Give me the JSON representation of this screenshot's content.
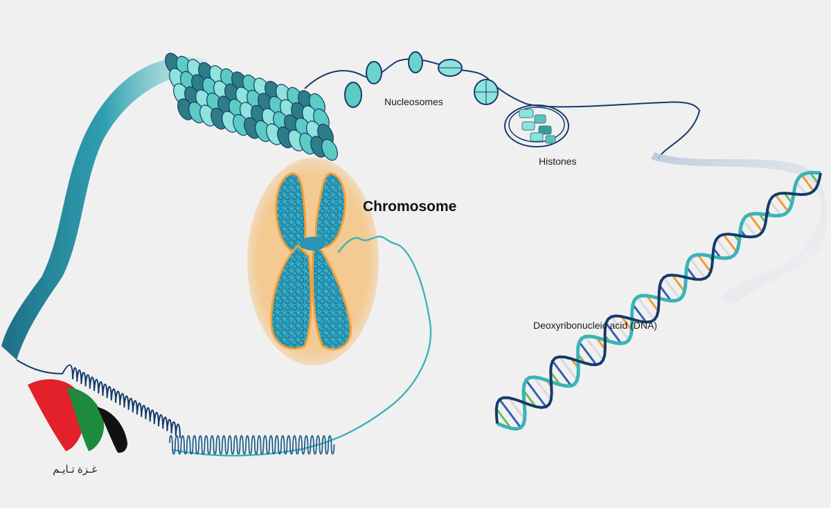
{
  "labels": {
    "nucleosomes": "Nucleosomes",
    "histones": "Histones",
    "chromosome": "Chromosome",
    "dna": "Deoxyribonucleic acid (DNA)"
  },
  "watermark": {
    "text": "غـزة تـايـم",
    "colors": [
      "#e3212a",
      "#1e8a3c",
      "#111111"
    ]
  },
  "colors": {
    "background": "#f0f0f0",
    "teal": "#3bb3b8",
    "teal_light": "#8ee3dc",
    "navy": "#143a6b",
    "chromosome_glow": "#f2a03a",
    "dna_base_pairs": [
      "#f29a2e",
      "#6ac04a",
      "#2f5fb3",
      "#d9d9d9"
    ]
  }
}
